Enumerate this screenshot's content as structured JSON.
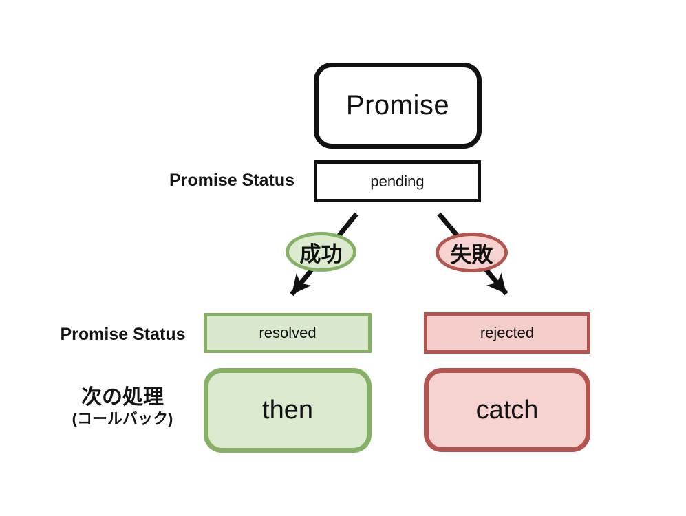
{
  "diagram": {
    "root": {
      "label": "Promise"
    },
    "pending_row": {
      "label": "Promise Status",
      "status": "pending"
    },
    "status_row": {
      "label": "Promise Status"
    },
    "next_row": {
      "label_line1": "次の処理",
      "label_line2": "(コールバック)"
    },
    "branches": {
      "success": {
        "condition": "成功",
        "status": "resolved",
        "callback": "then"
      },
      "failure": {
        "condition": "失敗",
        "status": "rejected",
        "callback": "catch"
      }
    },
    "colors": {
      "stroke": "#111111",
      "success_border": "#87b067",
      "success_fill": "#dcead0",
      "success_fill_light": "#d9e8cf",
      "failure_border": "#b4544e",
      "failure_fill": "#f6d3d0",
      "failure_fill_light": "#f5cdca"
    }
  }
}
